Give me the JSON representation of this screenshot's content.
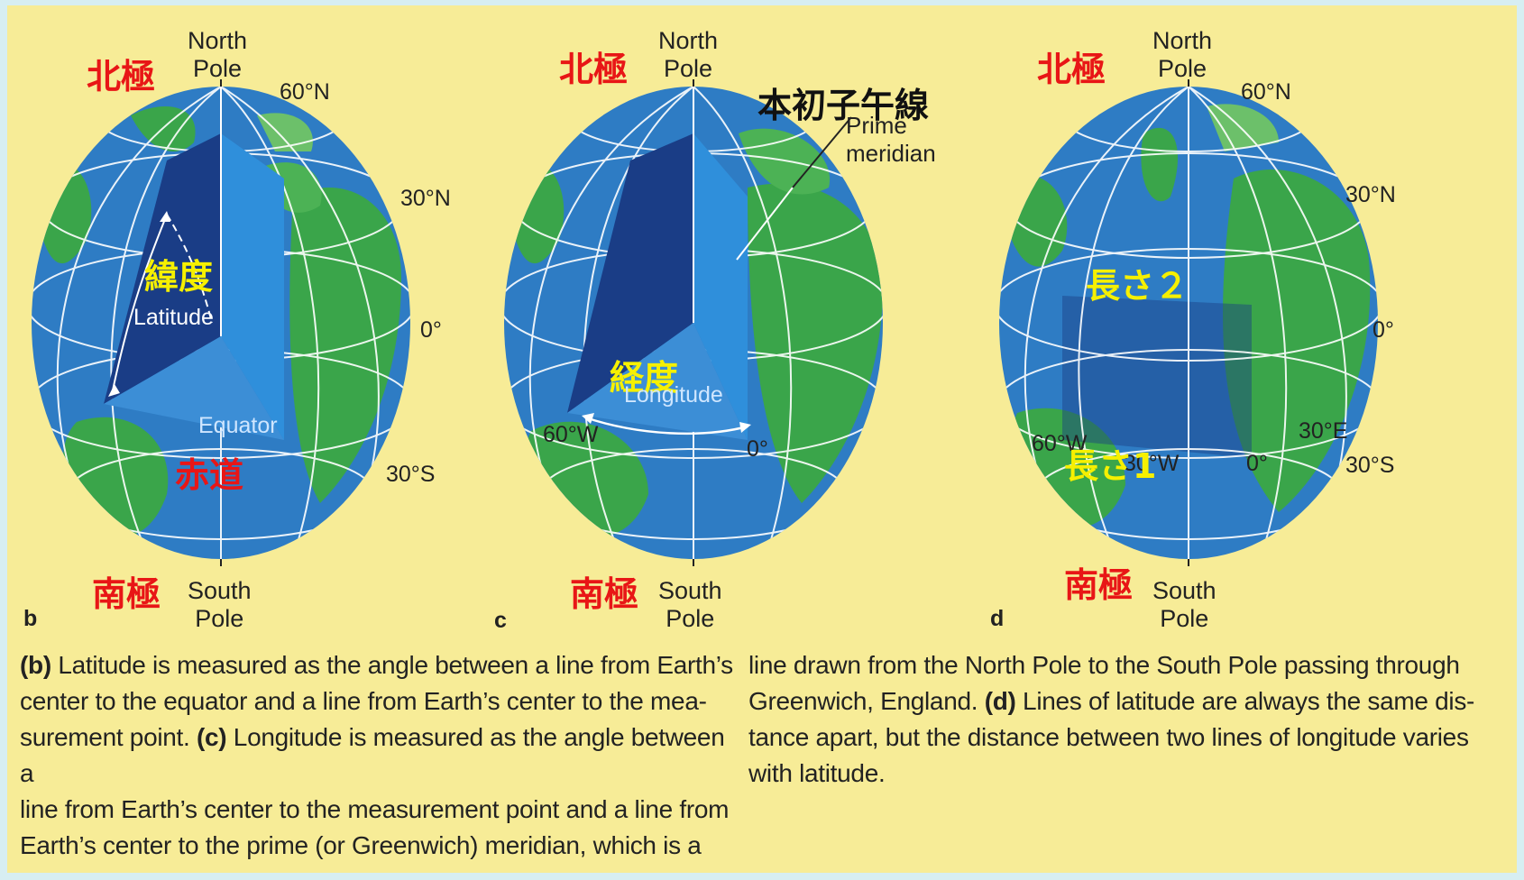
{
  "colors": {
    "page": "#f7ec97",
    "ocean": "#2e7cc4",
    "land": "#3aa54a",
    "red_label": "#e81616",
    "yellow_label": "#f6f000"
  },
  "panels": {
    "b": {
      "letter": "b",
      "north_jp": "北極",
      "south_jp": "南極",
      "north_en_1": "North",
      "north_en_2": "Pole",
      "south_en_1": "South",
      "south_en_2": "Pole",
      "deg_60n": "60°N",
      "deg_30n": "30°N",
      "deg_0": "0°",
      "deg_30s": "30°S",
      "latitude_jp": "緯度",
      "latitude_en": "Latitude",
      "equator_en": "Equator",
      "equator_jp": "赤道"
    },
    "c": {
      "letter": "c",
      "north_jp": "北極",
      "south_jp": "南極",
      "north_en_1": "North",
      "north_en_2": "Pole",
      "south_en_1": "South",
      "south_en_2": "Pole",
      "prime_jp": "本初子午線",
      "prime_en_1": "Prime",
      "prime_en_2": "meridian",
      "longitude_jp": "経度",
      "longitude_en": "Longitude",
      "deg_60w": "60°W",
      "deg_0": "0°"
    },
    "d": {
      "letter": "d",
      "north_jp": "北極",
      "south_jp": "南極",
      "north_en_1": "North",
      "north_en_2": "Pole",
      "south_en_1": "South",
      "south_en_2": "Pole",
      "deg_60n": "60°N",
      "deg_30n": "30°N",
      "deg_0": "0°",
      "deg_30s": "30°S",
      "deg_60w": "60°W",
      "deg_30w": "30°W",
      "deg_0_lon": "0°",
      "deg_30e": "30°E",
      "length2": "長さ２",
      "length1": "長さ1"
    }
  },
  "caption_left": {
    "l1_b": "(b)",
    "l1": " Latitude is measured as the angle between a line from Earth’s",
    "l2": "center to the equator and a line from Earth’s center to the mea-",
    "l3a": "surement point. ",
    "l3_c": "(c)",
    "l3b": " Longitude is measured as the angle between a",
    "l4": "line from Earth’s center to the measurement point and a line from",
    "l5": "Earth’s center to the prime (or Greenwich) meridian, which is a"
  },
  "caption_right": {
    "l1": "line drawn from the North Pole to the South Pole passing through",
    "l2a": "Greenwich, England. ",
    "l2_d": "(d)",
    "l2b": " Lines of latitude are always the same dis-",
    "l3": "tance apart, but the distance between two lines of longitude varies",
    "l4": "with latitude."
  }
}
